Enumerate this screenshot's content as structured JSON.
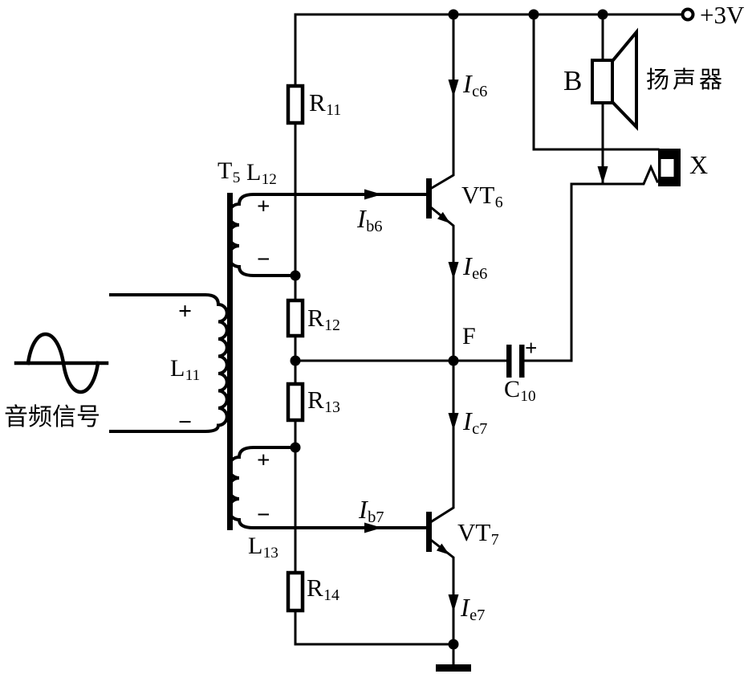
{
  "labels": {
    "supply": "+3V",
    "source_signal": "音频信号",
    "speaker_letter": "B",
    "speaker_name": "扬声器",
    "jack": "X",
    "node_f": "F",
    "plus": "+",
    "minus": "−",
    "transformer": {
      "main": "T",
      "sub": "5"
    },
    "winding_primary": {
      "main": "L",
      "sub": "11"
    },
    "winding_sec_top": {
      "main": "L",
      "sub": "12"
    },
    "winding_sec_bottom": {
      "main": "L",
      "sub": "13"
    },
    "r11": {
      "main": "R",
      "sub": "11"
    },
    "r12": {
      "main": "R",
      "sub": "12"
    },
    "r13": {
      "main": "R",
      "sub": "13"
    },
    "r14": {
      "main": "R",
      "sub": "14"
    },
    "c10": {
      "main": "C",
      "sub": "10"
    },
    "vt6": {
      "main": "VT",
      "sub": "6"
    },
    "vt7": {
      "main": "VT",
      "sub": "7"
    },
    "i_c6": {
      "main": "I",
      "sub": "c6"
    },
    "i_b6": {
      "main": "I",
      "sub": "b6"
    },
    "i_e6": {
      "main": "I",
      "sub": "e6"
    },
    "i_c7": {
      "main": "I",
      "sub": "c7"
    },
    "i_b7": {
      "main": "I",
      "sub": "b7"
    },
    "i_e7": {
      "main": "I",
      "sub": "e7"
    }
  }
}
